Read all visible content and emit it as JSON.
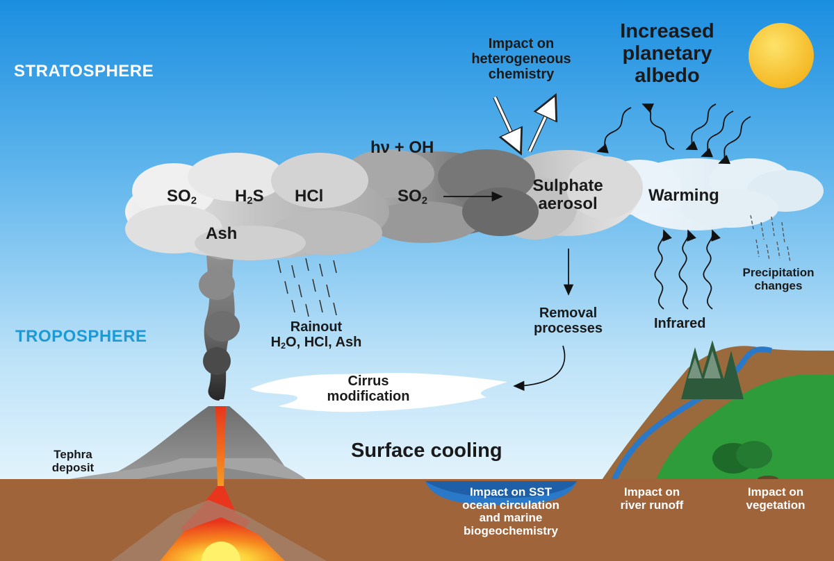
{
  "layers": {
    "stratosphere": "STRATOSPHERE",
    "troposphere": "TROPOSPHERE"
  },
  "eruption_cloud": {
    "so2_base": "SO",
    "so2_sub": "2",
    "h2s_base": "H",
    "h2s_sub": "2",
    "h2s_rest": "S",
    "hcl": "HCl",
    "ash": "Ash"
  },
  "oxidation": {
    "reaction": "hν + OH",
    "so2_base": "SO",
    "so2_sub": "2"
  },
  "aerosol": {
    "line1": "Sulphate",
    "line2": "aerosol"
  },
  "heterogeneous": {
    "line1": "Impact on",
    "line2": "heterogeneous",
    "line3": "chemistry"
  },
  "albedo": {
    "line1": "Increased",
    "line2": "planetary",
    "line3": "albedo"
  },
  "warming": "Warming",
  "infrared": "Infrared",
  "precipitation": {
    "line1": "Precipitation",
    "line2": "changes"
  },
  "removal": {
    "line1": "Removal",
    "line2": "processes"
  },
  "rainout": {
    "line1": "Rainout",
    "h2o_base": "H",
    "h2o_sub": "2",
    "h2o_rest": "O, HCl, Ash"
  },
  "cirrus": {
    "line1": "Cirrus",
    "line2": "modification"
  },
  "surface_cooling": "Surface cooling",
  "tephra": {
    "line1": "Tephra",
    "line2": "deposit"
  },
  "impacts": {
    "sst": {
      "line1": "Impact on SST",
      "line2": "ocean circulation",
      "line3": "and marine",
      "line4": "biogeochemistry"
    },
    "river": {
      "line1": "Impact on",
      "line2": "river runoff"
    },
    "vegetation": {
      "line1": "Impact on",
      "line2": "vegetation"
    }
  },
  "colors": {
    "sky_top": "#1b8ee0",
    "sky_bottom": "#dff2fc",
    "ground": "#a0643a",
    "sun": "#f7c52d",
    "hill": "#9a6a3c",
    "forest": "#2f9c3c",
    "river": "#2a79c8",
    "volcano": "#7a7a7a",
    "lava": "#e8351c"
  }
}
